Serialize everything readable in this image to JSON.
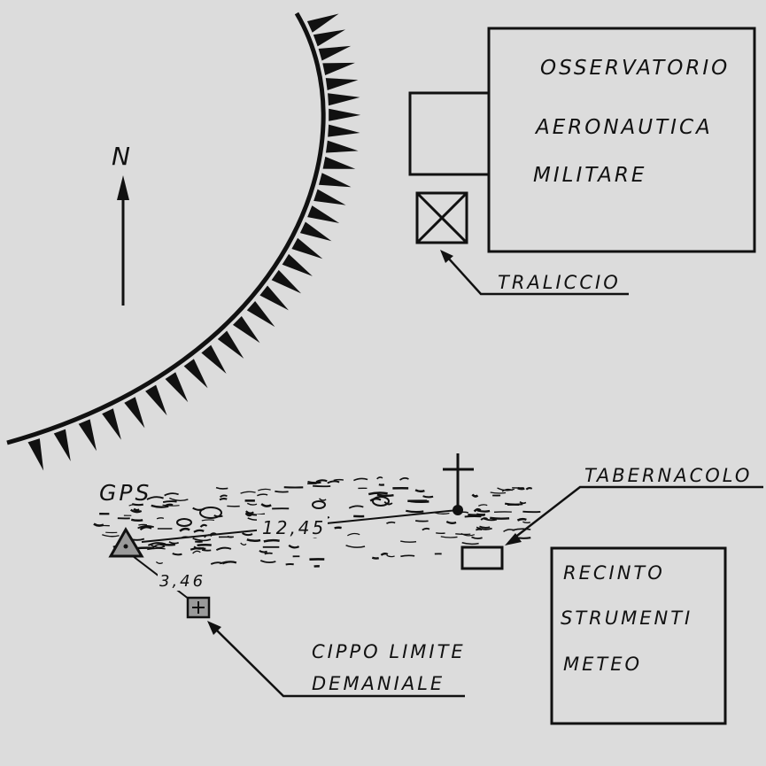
{
  "north_label": "N",
  "observatory": {
    "line1": "OSSERVATORIO",
    "line2": "AERONAUTICA",
    "line3": "MILITARE"
  },
  "tower_label": "TRALICCIO",
  "tabernacle_label": "TABERNACOLO",
  "weather_enclosure": {
    "line1": "RECINTO",
    "line2": "STRUMENTI",
    "line3": "METEO"
  },
  "gps_label": "GPS",
  "distance_to_cross": "12,45",
  "distance_to_marker": "3,46",
  "boundary_marker": {
    "line1": "CIPPO LIMITE",
    "line2": "DEMANIALE"
  },
  "colors": {
    "ink": "#111111",
    "paper": "#dcdcdc",
    "marker_fill": "#9a9a9a"
  }
}
